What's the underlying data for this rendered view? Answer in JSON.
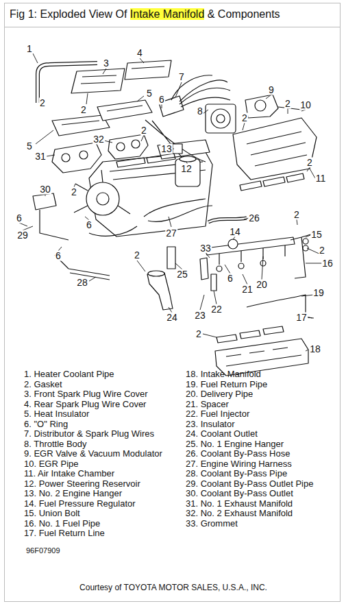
{
  "diagram": {
    "title": "Fig 1: Exploded View Of Intake Manifold & Components",
    "labels": [
      "1",
      "2",
      "3",
      "4",
      "2",
      "5",
      "6",
      "7",
      "8",
      "9",
      "2",
      "10",
      "2",
      "2",
      "5",
      "31",
      "32",
      "13",
      "2",
      "11",
      "12",
      "2",
      "30",
      "6",
      "6",
      "29",
      "6",
      "2",
      "26",
      "27",
      "15",
      "14",
      "33",
      "2",
      "16",
      "2",
      "25",
      "28",
      "6",
      "21",
      "20",
      "19",
      "23",
      "22",
      "24",
      "17",
      "2",
      "18",
      "1. Heater Coolant Pipe",
      "2. Gasket",
      "3. Front Spark Plug Wire Cover",
      "4. Rear Spark Plug Wire Cover",
      "5. Heat Insulator",
      "6. \"O\" Ring",
      "7. Distributor & Spark Plug Wires",
      "8. Throttle Body",
      "9. EGR Valve & Vacuum Modulator",
      "10. EGR Pipe",
      "11. Air Intake Chamber",
      "12. Power Steering Reservoir",
      "13. No. 2 Engine Hanger",
      "14. Fuel Pressure Regulator",
      "15. Union Bolt",
      "16. No. 1 Fuel Pipe",
      "17. Fuel Return Line",
      "18. Intake Manifold",
      "19. Fuel Return Pipe",
      "20. Delivery Pipe",
      "21. Spacer",
      "22. Fuel Injector",
      "23. Insulator",
      "24. Coolant Outlet",
      "25. No. 1 Engine Hanger",
      "26. Coolant By-Pass Hose",
      "27. Engine Wiring Harness",
      "28. Coolant By-Pass Pipe",
      "29. Coolant By-Pass Outlet Pipe",
      "30. Coolant By-Pass Outlet",
      "31. No. 1 Exhaust Manifold",
      "32. No. 2 Exhaust Manifold",
      "33. Grommet",
      "96F07909",
      "Courtesy of TOYOTA MOTOR SALES, U.S.A., INC."
    ]
  }
}
